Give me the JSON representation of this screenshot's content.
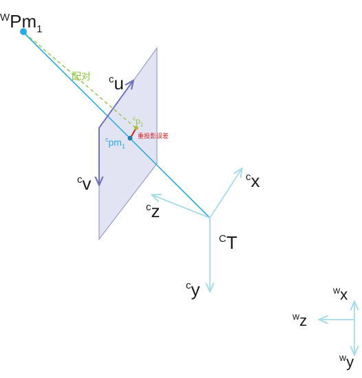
{
  "labels": {
    "world_point": {
      "base": "Pm",
      "pre_sup": "W",
      "sub": "1"
    },
    "pairing": "配对",
    "cam_u": {
      "base": "u",
      "pre_sup": "c"
    },
    "cam_v": {
      "base": "v",
      "pre_sup": "c"
    },
    "proj_point": {
      "base": "p",
      "pre_sup": "c",
      "sub": "1"
    },
    "reproj_point": {
      "base": "pm",
      "pre_sup": "c",
      "sub": "1"
    },
    "reproj_error": "重投影误差",
    "cam_x": {
      "base": "x",
      "pre_sup": "c"
    },
    "cam_z": {
      "base": "z",
      "pre_sup": "c"
    },
    "cam_t": {
      "base": "T",
      "pre_sup": "C"
    },
    "cam_y": {
      "base": "y",
      "pre_sup": "c"
    },
    "world_x": {
      "base": "x",
      "pre_sup": "w"
    },
    "world_z": {
      "base": "z",
      "pre_sup": "w"
    },
    "world_y": {
      "base": "y",
      "pre_sup": "w"
    }
  },
  "colors": {
    "ray": "#29ABE2",
    "ray_label": "#29ABE2",
    "world_point": "#29ABE2",
    "plane_fill": "#E3E4F3",
    "plane_stroke": "#9A9CC8",
    "uv_axis": "#7272C4",
    "pairing_line": "#8DC63F",
    "pairing_text": "#8DC63F",
    "proj_point": "#B5B83A",
    "error_line": "#D81E1E",
    "error_text": "#D81E1E",
    "camera_axes": "#A6DCE8",
    "world_axes": "#A6DCE8",
    "label_text": "#1a1a1a"
  }
}
